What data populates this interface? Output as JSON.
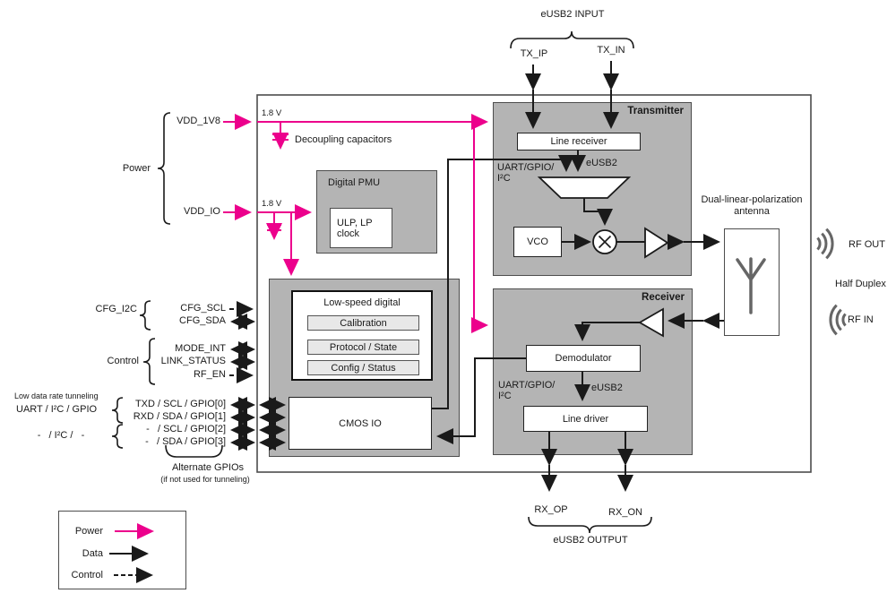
{
  "colors": {
    "power": "#EC008C",
    "wire": "#1a1a1a",
    "block_fill": "#b4b4b4",
    "block_border": "#4d4d4d",
    "inner_fill": "#e8e8e8",
    "symbol_gray": "#666666"
  },
  "top": {
    "group": "eUSB2 INPUT",
    "pin1": "TX_IP",
    "pin2": "TX_IN"
  },
  "bottom": {
    "group": "eUSB2 OUTPUT",
    "pin1": "RX_OP",
    "pin2": "RX_ON"
  },
  "left": {
    "power_group": "Power",
    "vdd_1v8": "VDD_1V8",
    "vdd_io": "VDD_IO",
    "v18_1": "1.8 V",
    "v18_2": "1.8 V",
    "decoupling": "Decoupling capacitors",
    "cfg_group": "CFG_I2C",
    "cfg_scl": "CFG_SCL",
    "cfg_sda": "CFG_SDA",
    "control_group": "Control",
    "mode_int": "MODE_INT",
    "link_status": "LINK_STATUS",
    "rf_en": "RF_EN",
    "tunnel_note": "Low data rate tunneling",
    "uart_group": "UART / I²C / GPIO",
    "i2c_group": "-   / I²C /   -",
    "gpio": [
      "TXD / SCL / GPIO[0]",
      "RXD / SDA / GPIO[1]",
      "-   / SCL / GPIO[2]",
      "-   / SDA / GPIO[3]"
    ],
    "alt_gpio": "Alternate GPIOs",
    "alt_gpio_note": "(if not used for tunneling)"
  },
  "chip": {
    "transmitter": {
      "title": "Transmitter",
      "line_receiver": "Line receiver",
      "uart_label": "UART/GPIO/\nI²C",
      "eusb2": "eUSB2",
      "vco": "VCO"
    },
    "receiver": {
      "title": "Receiver",
      "demodulator": "Demodulator",
      "uart_label": "UART/GPIO/\nI²C",
      "eusb2": "eUSB2",
      "line_driver": "Line driver"
    },
    "pmu": {
      "title": "Digital PMU",
      "clock": "ULP, LP\nclock"
    },
    "digital": {
      "title": "Low-speed digital",
      "item1": "Calibration",
      "item2": "Protocol / State",
      "item3": "Config / Status",
      "cmos": "CMOS IO"
    }
  },
  "right": {
    "antenna_caption": "Dual-linear-polarization\nantenna",
    "rf_out": "RF OUT",
    "half_duplex": "Half Duplex",
    "rf_in": "RF IN"
  },
  "legend": {
    "power": "Power",
    "data": "Data",
    "control": "Control"
  }
}
